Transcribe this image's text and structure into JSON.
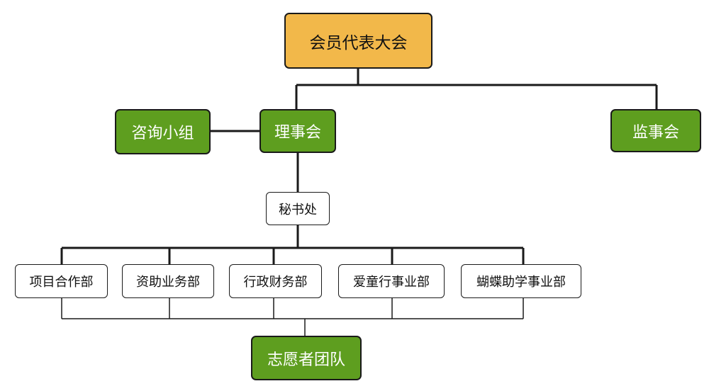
{
  "colors": {
    "top": "#f2b84a",
    "green": "#5e9e1f",
    "white": "#ffffff",
    "line": "#1a1a1a"
  },
  "nodes": {
    "assembly": "会员代表大会",
    "council": "理事会",
    "advisory": "咨询小组",
    "supervisory": "监事会",
    "secretariat": "秘书处",
    "departments": [
      "项目合作部",
      "资助业务部",
      "行政财务部",
      "爱童行事业部",
      "蝴蝶助学事业部"
    ],
    "volunteers": "志愿者团队"
  }
}
